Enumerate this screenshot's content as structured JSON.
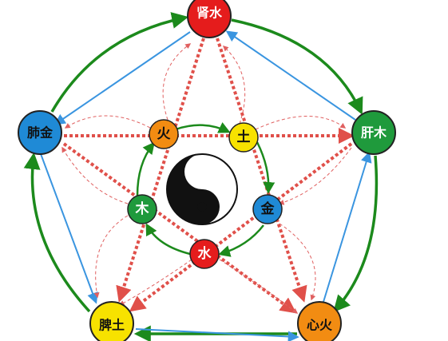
{
  "outer_nodes": {
    "kidney_water": {
      "label": "肾水",
      "color": "#e51c1c"
    },
    "liver_wood": {
      "label": "肝木",
      "color": "#1f9a3c"
    },
    "heart_fire": {
      "label": "心火",
      "color": "#f28c12"
    },
    "spleen_earth": {
      "label": "脾土",
      "color": "#f7e200"
    },
    "lung_metal": {
      "label": "肺金",
      "color": "#1f8ad6"
    }
  },
  "inner_nodes": {
    "fire": {
      "label": "火",
      "color": "#f28c12"
    },
    "earth": {
      "label": "土",
      "color": "#f7e200"
    },
    "metal": {
      "label": "金",
      "color": "#1f8ad6"
    },
    "water": {
      "label": "水",
      "color": "#e51c1c"
    },
    "wood": {
      "label": "木",
      "color": "#1f9a3c"
    }
  },
  "colors": {
    "generating_arrow": "#1c8a1c",
    "counter_arrow": "#3a95e0",
    "restraint_arrow": "#e0504a",
    "curve_arrow": "#e06060",
    "node_outline": "#222222"
  }
}
